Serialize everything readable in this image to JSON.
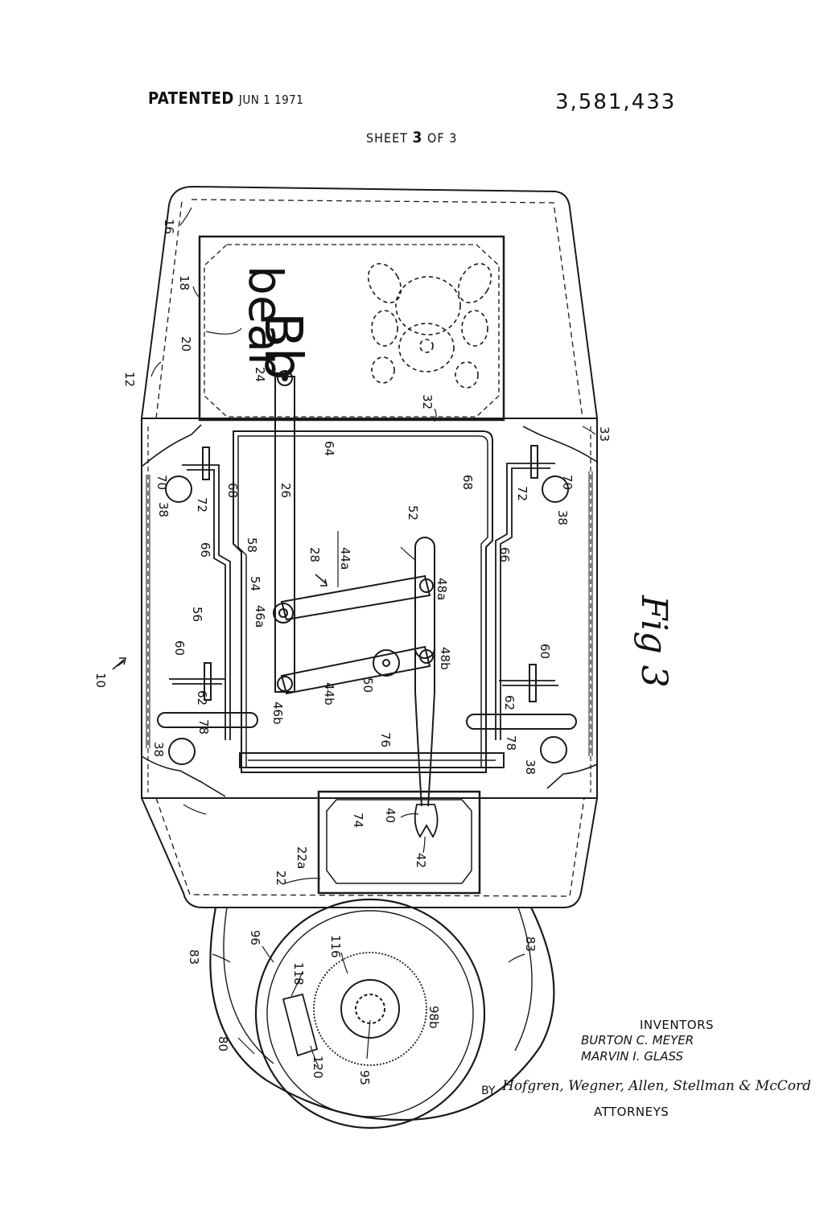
{
  "header": {
    "patented": "PATENTED",
    "date": "JUN  1 1971",
    "patent_number": "3,581,433",
    "sheet_label": "SHEET",
    "sheet_num": "3",
    "sheet_of": "OF",
    "sheet_total": "3"
  },
  "figure": {
    "title": "Fig 3",
    "card_letters": "Bb",
    "card_word": "bear",
    "labels": {
      "l10": "10",
      "l12": "12",
      "l16": "16",
      "l18": "18",
      "l20": "20",
      "l22": "22",
      "l22a": "22a",
      "l24": "24",
      "l26": "26",
      "l28": "28",
      "l32": "32",
      "l33": "33",
      "l38a": "38",
      "l38b": "38",
      "l38c": "38",
      "l38d": "38",
      "l40": "40",
      "l42": "42",
      "l44a": "44a",
      "l44b": "44b",
      "l46a": "46a",
      "l46b": "46b",
      "l48a": "48a",
      "l48b": "48b",
      "l50": "50",
      "l52": "52",
      "l54": "54",
      "l56": "56",
      "l58": "58",
      "l60a": "60",
      "l60b": "60",
      "l62a": "62",
      "l62b": "62",
      "l64": "64",
      "l66a": "66",
      "l66b": "66",
      "l68a": "68",
      "l68b": "68",
      "l70a": "70",
      "l70b": "70",
      "l72a": "72",
      "l72b": "72",
      "l74": "74",
      "l76": "76",
      "l78a": "78",
      "l78b": "78",
      "l80": "80",
      "l83a": "83",
      "l83b": "83",
      "l95": "95",
      "l96": "96",
      "l98b": "98b",
      "l116": "116",
      "l118": "118",
      "l120": "120"
    }
  },
  "inventors": {
    "title": "INVENTORS",
    "name1": "BURTON C. MEYER",
    "name2": "MARVIN I. GLASS",
    "by": "BY",
    "firm": "Hofgren, Wegner, Allen, Stellman & McCord",
    "attorneys": "ATTORNEYS"
  }
}
